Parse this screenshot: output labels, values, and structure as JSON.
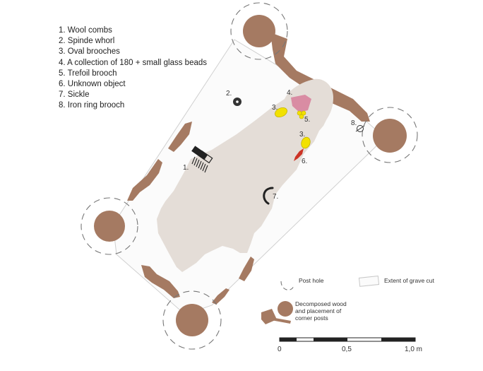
{
  "legend": {
    "items": [
      {
        "label": "1. Wool combs"
      },
      {
        "label": "2. Spinde whorl"
      },
      {
        "label": "3. Oval brooches"
      },
      {
        "label": "4. A collection of 180 + small glass beads"
      },
      {
        "label": "5. Trefoil brooch"
      },
      {
        "label": "6. Unknown object"
      },
      {
        "label": "7. Sickle"
      },
      {
        "label": "8. Iron ring brooch"
      }
    ]
  },
  "markers": {
    "wool_combs": "1.",
    "spindle_whorl": "2.",
    "oval_brooch_a": "3.",
    "oval_brooch_b": "3.",
    "beads": "4.",
    "trefoil_brooch": "5.",
    "unknown_object": "6.",
    "sickle": "7.",
    "ring_brooch": "8."
  },
  "key": {
    "post_hole": "Post hole",
    "grave_cut": "Extent of grave cut",
    "wood_line1": "Decomposed wood",
    "wood_line2": "and placement of",
    "wood_line3": "corner posts"
  },
  "scale": {
    "zero": "0",
    "mid": "0,5",
    "end": "1,0 m"
  },
  "colors": {
    "wood": "#a57a62",
    "body": "#e4ddd7",
    "brooch": "#f2e100",
    "beads": "#d98ca3",
    "unknown": "#cc3326",
    "object_dark": "#222222"
  }
}
